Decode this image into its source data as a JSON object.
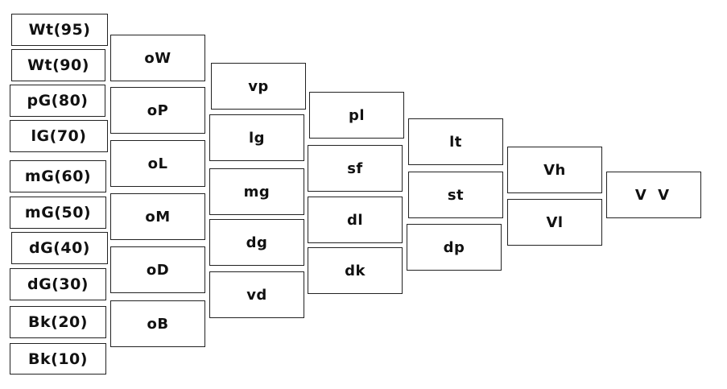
{
  "columns": [
    {
      "id": "tones",
      "labels": [
        "Wt(95)",
        "Wt(90)",
        "pG(80)",
        "lG(70)",
        "mG(60)",
        "mG(50)",
        "dG(40)",
        "dG(30)",
        "Bk(20)",
        "Bk(10)"
      ]
    },
    {
      "id": "o-group",
      "labels": [
        "oW",
        "oP",
        "oL",
        "oM",
        "oD",
        "oB"
      ]
    },
    {
      "id": "v-group",
      "labels": [
        "vp",
        "lg",
        "mg",
        "dg",
        "vd"
      ]
    },
    {
      "id": "p-group",
      "labels": [
        "pl",
        "sf",
        "dl",
        "dk"
      ]
    },
    {
      "id": "l-group",
      "labels": [
        "lt",
        "st",
        "dp"
      ]
    },
    {
      "id": "vh-group",
      "labels": [
        "Vh",
        "Vl"
      ]
    },
    {
      "id": "vv-group",
      "labels": [
        "V V"
      ]
    }
  ]
}
